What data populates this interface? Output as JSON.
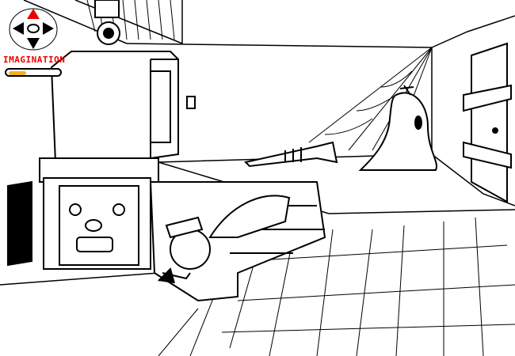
{
  "hud": {
    "meter_label": "IMAGINATION",
    "meter_value_percent": 35,
    "meter_color": "#f0b020",
    "label_color": "#ee0000",
    "nav_active_direction": "up"
  },
  "scene": {
    "objects": [
      "clock-face-cabinet",
      "rusty-cabinet",
      "trumpet",
      "sack-creature",
      "character-lying-on-stairs",
      "boarded-door",
      "cobweb"
    ]
  }
}
